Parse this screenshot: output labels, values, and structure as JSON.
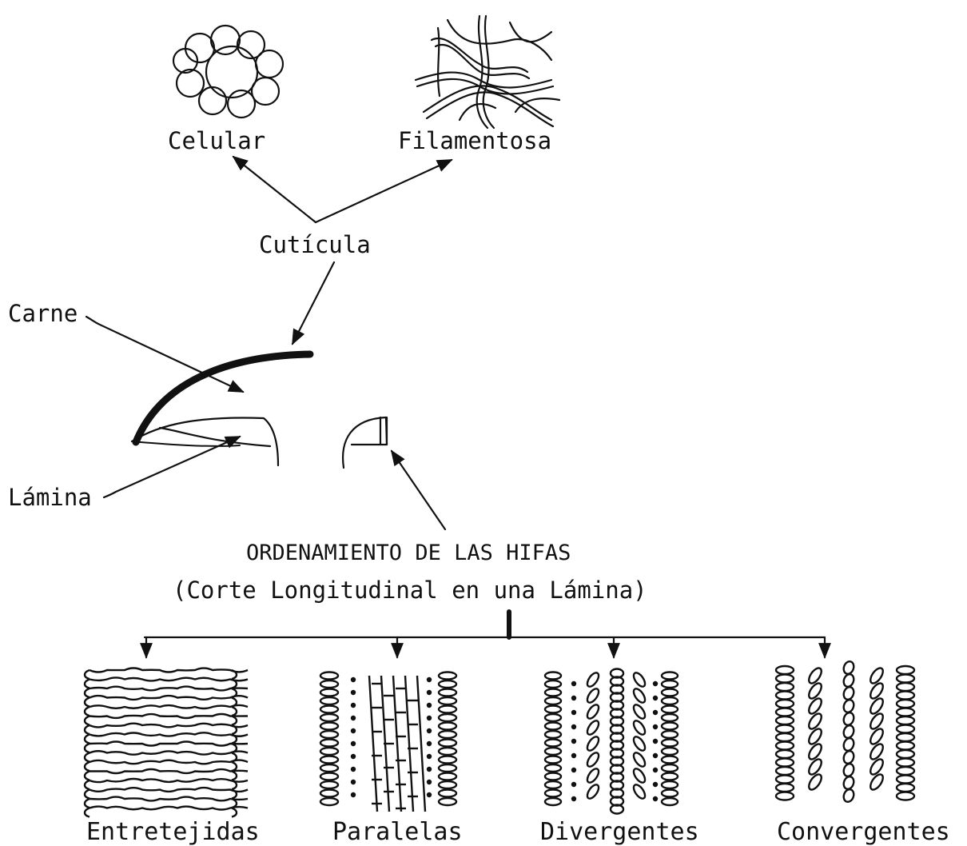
{
  "cuticle_types": {
    "cellular": "Celular",
    "filamentous": "Filamentosa"
  },
  "labels": {
    "cuticle": "Cutícula",
    "flesh": "Carne",
    "gill": "Lámina"
  },
  "section": {
    "title": "ORDENAMIENTO DE LAS HIFAS",
    "subtitle": "(Corte Longitudinal en una Lámina)"
  },
  "hyphae_patterns": [
    {
      "label": "Entretejidas"
    },
    {
      "label": "Paralelas"
    },
    {
      "label": "Divergentes"
    },
    {
      "label": "Convergentes"
    }
  ]
}
